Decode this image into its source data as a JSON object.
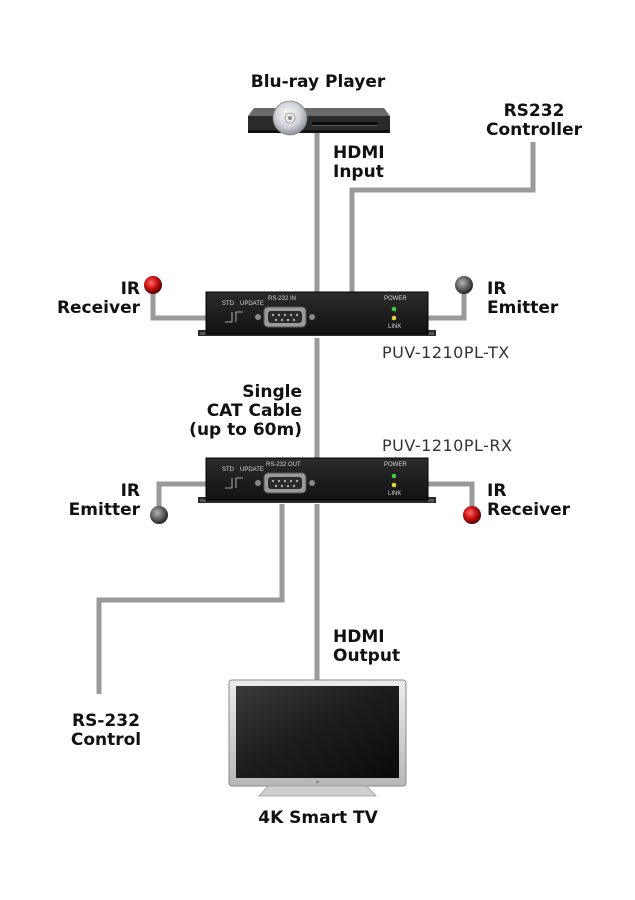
{
  "source": {
    "label": "Blu-ray Player",
    "signal": [
      "HDMI",
      "Input"
    ]
  },
  "rs232_controller": [
    "RS232",
    "Controller"
  ],
  "transmitter": {
    "model": "PUV-1210PL-TX",
    "port_label": "RS-232 IN",
    "std_label": "STD",
    "update_label": "UPDATE",
    "power_label": "POWER",
    "link_label": "LINK",
    "ir_receiver": [
      "IR",
      "Receiver"
    ],
    "ir_emitter": [
      "IR",
      "Emitter"
    ]
  },
  "cable": [
    "Single",
    "CAT Cable",
    "(up to 60m)"
  ],
  "receiver": {
    "model": "PUV-1210PL-RX",
    "port_label": "RS-232 OUT",
    "std_label": "STD",
    "update_label": "UPDATE",
    "power_label": "POWER",
    "link_label": "LINK",
    "ir_emitter": [
      "IR",
      "Emitter"
    ],
    "ir_receiver": [
      "IR",
      "Receiver"
    ]
  },
  "rs232_control": [
    "RS-232",
    "Control"
  ],
  "sink": {
    "signal": [
      "HDMI",
      "Output"
    ],
    "label": "4K Smart TV"
  },
  "colors": {
    "cable": "#9a9a9a",
    "device_body": "#1c1c1c",
    "ir_receiver_dot": "#cc1111",
    "ir_emitter_dot": "#666666",
    "led_power": "#3ccc3c",
    "led_link": "#e8d23a"
  }
}
